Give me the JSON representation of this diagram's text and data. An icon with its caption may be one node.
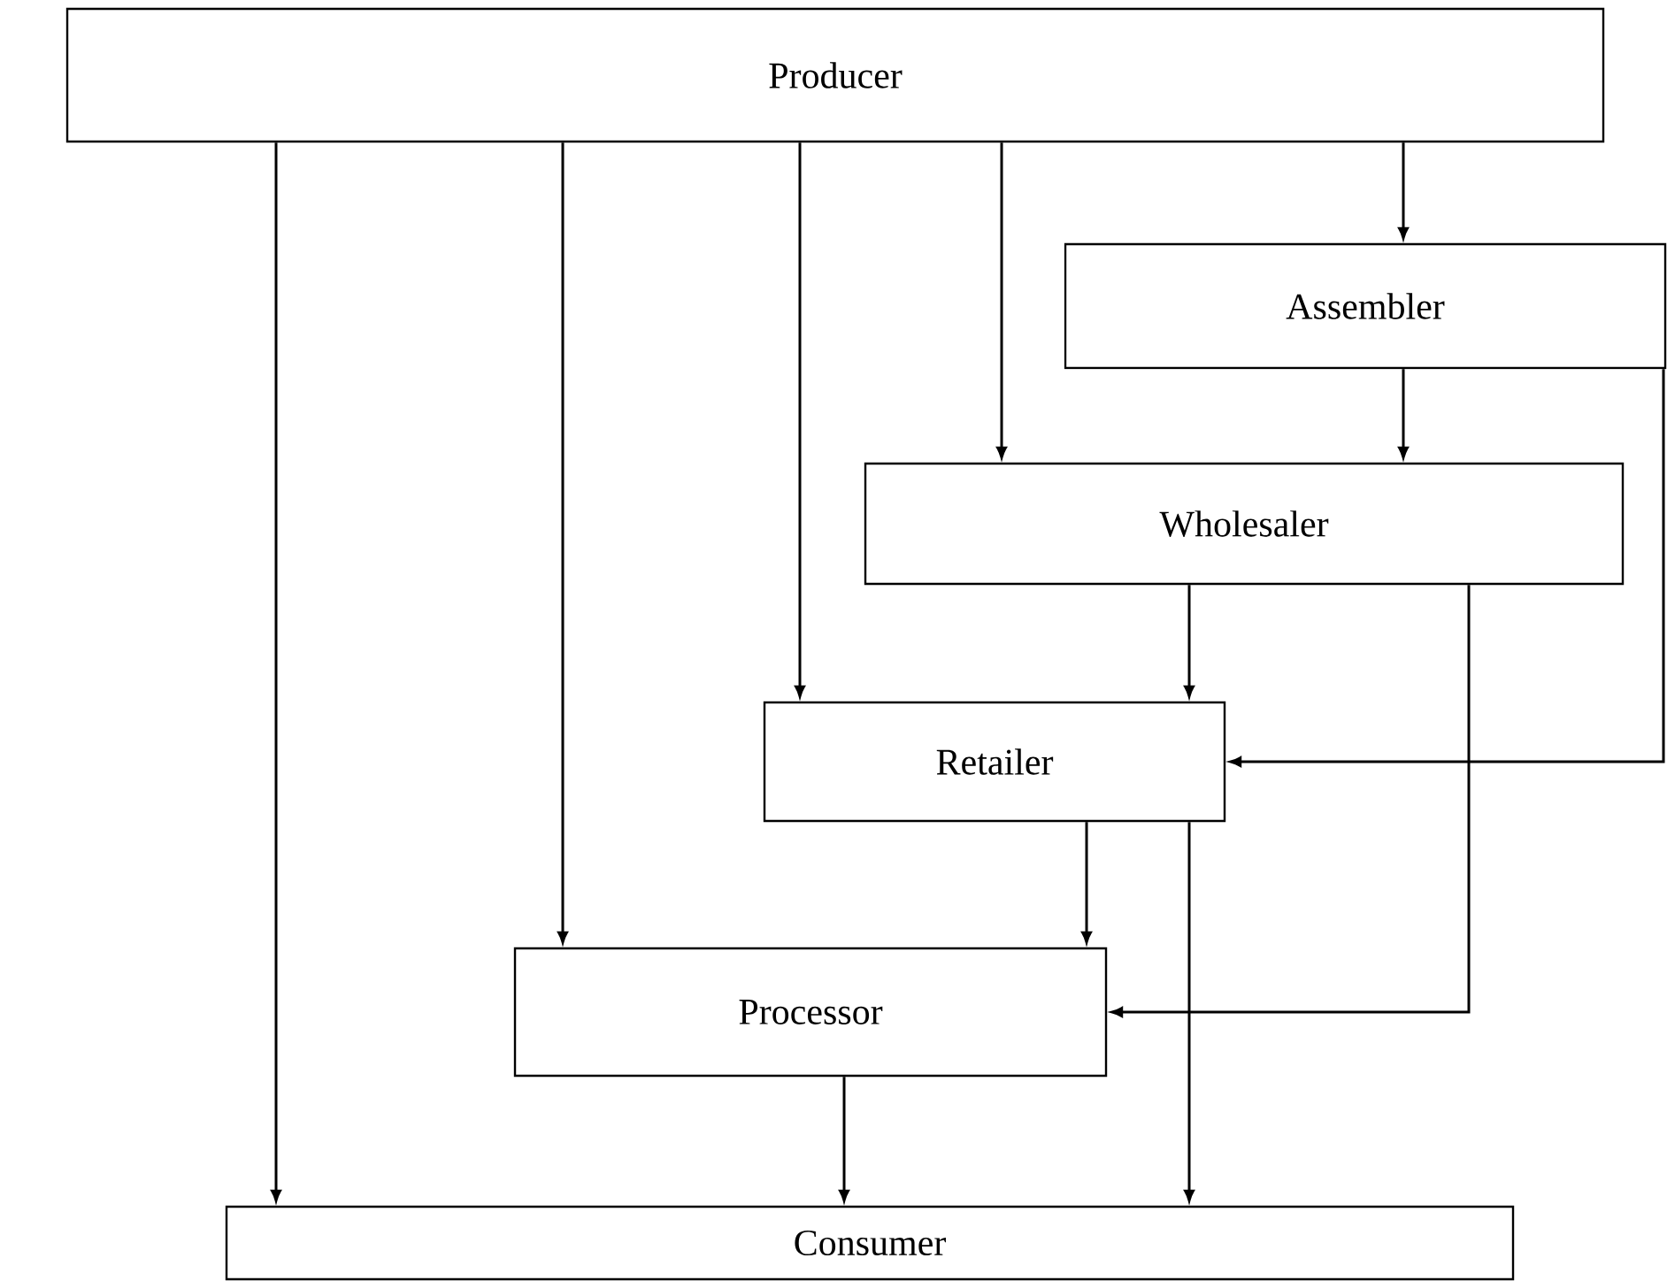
{
  "diagram": {
    "nodes": [
      {
        "text": [
          "Producer"
        ]
      },
      {
        "text": [
          "Assembler"
        ]
      },
      {
        "text": [
          "Wholesaler"
        ]
      },
      {
        "text": [
          "Retailer"
        ]
      },
      {
        "text": [
          "Processor"
        ]
      },
      {
        "text": [
          "Consumer"
        ]
      }
    ],
    "edges": [
      {
        "from": 0,
        "to": 5,
        "arrow": "to"
      },
      {
        "from": 0,
        "to": 4,
        "arrow": "to"
      },
      {
        "from": 0,
        "to": 3,
        "arrow": "to"
      },
      {
        "from": 0,
        "to": 2,
        "arrow": "to"
      },
      {
        "from": 0,
        "to": 1,
        "arrow": "to"
      },
      {
        "from": 1,
        "to": 2,
        "arrow": "to"
      },
      {
        "from": 1,
        "to": 3,
        "arrow": "to"
      },
      {
        "from": 2,
        "to": 3,
        "arrow": "to"
      },
      {
        "from": 2,
        "to": 4,
        "arrow": "to"
      },
      {
        "from": 3,
        "to": 4,
        "arrow": "to"
      },
      {
        "from": 3,
        "to": 5,
        "arrow": "to"
      },
      {
        "from": 4,
        "to": 5,
        "arrow": "to"
      }
    ]
  }
}
